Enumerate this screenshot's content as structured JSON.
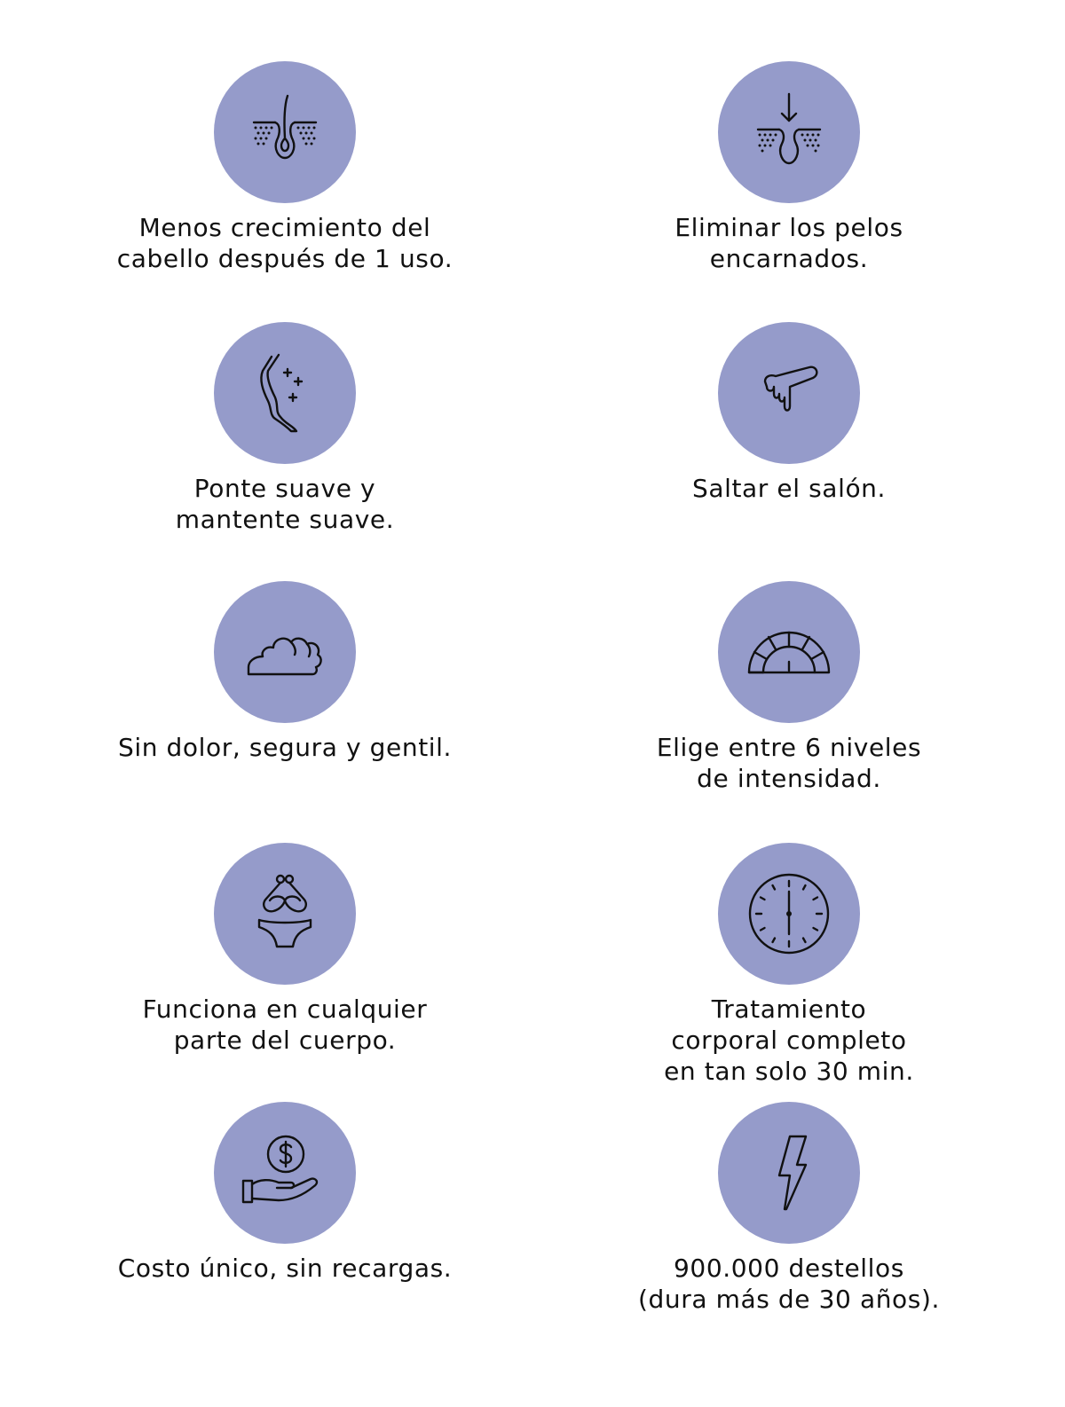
{
  "colors": {
    "circle": "#959bca",
    "text": "#111111",
    "background": "#ffffff"
  },
  "features": [
    {
      "icon": "hair-follicle-icon",
      "text": "Menos crecimiento del\ncabello después de 1 uso."
    },
    {
      "icon": "ingrown-hair-arrow-icon",
      "text": "Eliminar los pelos\nencarnados."
    },
    {
      "icon": "smooth-leg-sparkle-icon",
      "text": "Ponte suave y\nmantente suave."
    },
    {
      "icon": "wax-drip-icon",
      "text": "Saltar el salón."
    },
    {
      "icon": "cloud-icon",
      "text": "Sin dolor, segura y gentil."
    },
    {
      "icon": "intensity-gauge-icon",
      "text": "Elige entre 6 niveles\nde intensidad."
    },
    {
      "icon": "bikini-icon",
      "text": "Funciona en cualquier\nparte del cuerpo."
    },
    {
      "icon": "clock-icon",
      "text": "Tratamiento\ncorporal completo\nen tan solo 30 min."
    },
    {
      "icon": "coin-in-hand-icon",
      "text": "Costo único, sin recargas."
    },
    {
      "icon": "lightning-bolt-icon",
      "text": "900.000 destellos\n(dura más de 30 años)."
    }
  ]
}
